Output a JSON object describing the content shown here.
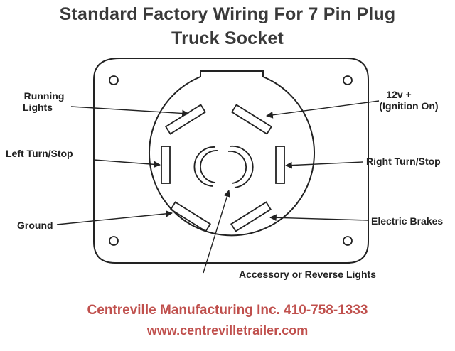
{
  "title": {
    "line1": "Standard Factory Wiring For 7 Pin Plug",
    "line2": "Truck Socket"
  },
  "labels": {
    "running_lights_line1": "Running",
    "running_lights_line2": "Lights",
    "ignition_line1": "12v +",
    "ignition_line2": "(Ignition On)",
    "left_turn": "Left Turn/Stop",
    "right_turn": "Right Turn/Stop",
    "ground": "Ground",
    "electric_brakes": "Electric Brakes",
    "accessory": "Accessory or Reverse Lights"
  },
  "footer": {
    "company": "Centreville Manufacturing Inc.  410-758-1333",
    "website": "www.centrevilletrailer.com"
  },
  "colors": {
    "line": "#222222",
    "title": "#3a3a3a",
    "footer": "#c0504d"
  }
}
